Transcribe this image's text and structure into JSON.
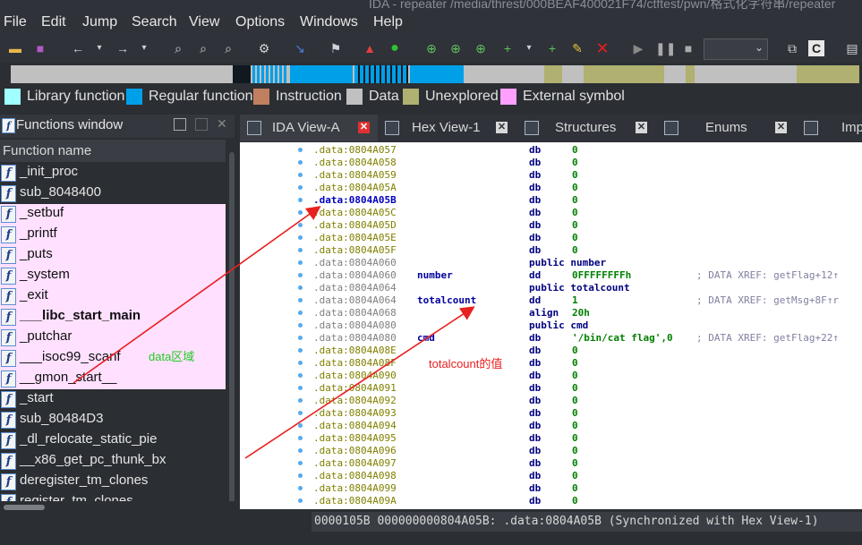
{
  "window": {
    "title": "IDA - repeater /media/threst/000BEAF400021F74/ctftest/pwn/格式化字符串/repeater"
  },
  "menu": [
    "File",
    "Edit",
    "Jump",
    "Search",
    "View",
    "Options",
    "Windows",
    "Help"
  ],
  "legend": [
    {
      "label": "Library function",
      "color": "#a0ffff"
    },
    {
      "label": "Regular function",
      "color": "#00a0e8"
    },
    {
      "label": "Instruction",
      "color": "#c08060"
    },
    {
      "label": "Data",
      "color": "#c0c0c0"
    },
    {
      "label": "Unexplored",
      "color": "#b0b070"
    },
    {
      "label": "External symbol",
      "color": "#ffa0ff"
    }
  ],
  "functions_window": {
    "title": "Functions window",
    "column_header": "Function name",
    "items": [
      {
        "name": "_init_proc",
        "highlight": false,
        "bold": false
      },
      {
        "name": "sub_8048400",
        "highlight": false,
        "bold": false
      },
      {
        "name": "_setbuf",
        "highlight": true,
        "bold": false
      },
      {
        "name": "_printf",
        "highlight": true,
        "bold": false
      },
      {
        "name": "_puts",
        "highlight": true,
        "bold": false
      },
      {
        "name": "_system",
        "highlight": true,
        "bold": false
      },
      {
        "name": "_exit",
        "highlight": true,
        "bold": false
      },
      {
        "name": "___libc_start_main",
        "highlight": true,
        "bold": true
      },
      {
        "name": "_putchar",
        "highlight": true,
        "bold": false
      },
      {
        "name": "___isoc99_scanf",
        "highlight": true,
        "bold": false
      },
      {
        "name": "__gmon_start__",
        "highlight": true,
        "bold": false
      },
      {
        "name": "_start",
        "highlight": false,
        "bold": false
      },
      {
        "name": "sub_80484D3",
        "highlight": false,
        "bold": false
      },
      {
        "name": "_dl_relocate_static_pie",
        "highlight": false,
        "bold": false
      },
      {
        "name": "__x86_get_pc_thunk_bx",
        "highlight": false,
        "bold": false
      },
      {
        "name": "deregister_tm_clones",
        "highlight": false,
        "bold": false
      },
      {
        "name": "register_tm_clones",
        "highlight": false,
        "bold": false
      }
    ]
  },
  "tabs": [
    {
      "label": "IDA View-A",
      "active": true
    },
    {
      "label": "Hex View-1",
      "active": false
    },
    {
      "label": "Structures",
      "active": false
    },
    {
      "label": "Enums",
      "active": false
    },
    {
      "label": "Imports",
      "active": false
    }
  ],
  "ida_lines": [
    {
      "addr": ".data:0804A057",
      "label": "",
      "ins": "db",
      "opd": "0",
      "cmt": ""
    },
    {
      "addr": ".data:0804A058",
      "label": "",
      "ins": "db",
      "opd": "0",
      "cmt": ""
    },
    {
      "addr": ".data:0804A059",
      "label": "",
      "ins": "db",
      "opd": "0",
      "cmt": ""
    },
    {
      "addr": ".data:0804A05A",
      "label": "",
      "ins": "db",
      "opd": "0",
      "cmt": ""
    },
    {
      "addr": ".data:0804A05B",
      "label": "",
      "ins": "db",
      "opd": "0",
      "cmt": "",
      "selected": true
    },
    {
      "addr": ".data:0804A05C",
      "label": "",
      "ins": "db",
      "opd": "0",
      "cmt": ""
    },
    {
      "addr": ".data:0804A05D",
      "label": "",
      "ins": "db",
      "opd": "0",
      "cmt": ""
    },
    {
      "addr": ".data:0804A05E",
      "label": "",
      "ins": "db",
      "opd": "0",
      "cmt": ""
    },
    {
      "addr": ".data:0804A05F",
      "label": "",
      "ins": "db",
      "opd": "0",
      "cmt": ""
    },
    {
      "addr": ".data:0804A060",
      "label": "",
      "ins": "public number",
      "opd": "",
      "cmt": "",
      "gray": true
    },
    {
      "addr": ".data:0804A060",
      "label": "number",
      "ins": "dd",
      "opd": "0FFFFFFFFh",
      "cmt": "; DATA XREF: getFlag+12↑",
      "gray": true
    },
    {
      "addr": ".data:0804A064",
      "label": "",
      "ins": "public totalcount",
      "opd": "",
      "cmt": "",
      "gray": true
    },
    {
      "addr": ".data:0804A064",
      "label": "totalcount",
      "ins": "dd",
      "opd": "1",
      "cmt": "; DATA XREF: getMsg+8F↑r",
      "gray": true
    },
    {
      "addr": ".data:0804A068",
      "label": "",
      "ins": "align",
      "opd": "20h",
      "cmt": "",
      "gray": true
    },
    {
      "addr": ".data:0804A080",
      "label": "",
      "ins": "public cmd",
      "opd": "",
      "cmt": "",
      "gray": true
    },
    {
      "addr": ".data:0804A080",
      "label": "cmd",
      "ins": "db",
      "opd": "'/bin/cat flag',0",
      "cmt": "; DATA XREF: getFlag+22↑",
      "gray": true
    },
    {
      "addr": ".data:0804A08E",
      "label": "",
      "ins": "db",
      "opd": "0",
      "cmt": ""
    },
    {
      "addr": ".data:0804A08F",
      "label": "",
      "ins": "db",
      "opd": "0",
      "cmt": ""
    },
    {
      "addr": ".data:0804A090",
      "label": "",
      "ins": "db",
      "opd": "0",
      "cmt": ""
    },
    {
      "addr": ".data:0804A091",
      "label": "",
      "ins": "db",
      "opd": "0",
      "cmt": ""
    },
    {
      "addr": ".data:0804A092",
      "label": "",
      "ins": "db",
      "opd": "0",
      "cmt": ""
    },
    {
      "addr": ".data:0804A093",
      "label": "",
      "ins": "db",
      "opd": "0",
      "cmt": ""
    },
    {
      "addr": ".data:0804A094",
      "label": "",
      "ins": "db",
      "opd": "0",
      "cmt": ""
    },
    {
      "addr": ".data:0804A095",
      "label": "",
      "ins": "db",
      "opd": "0",
      "cmt": ""
    },
    {
      "addr": ".data:0804A096",
      "label": "",
      "ins": "db",
      "opd": "0",
      "cmt": ""
    },
    {
      "addr": ".data:0804A097",
      "label": "",
      "ins": "db",
      "opd": "0",
      "cmt": ""
    },
    {
      "addr": ".data:0804A098",
      "label": "",
      "ins": "db",
      "opd": "0",
      "cmt": ""
    },
    {
      "addr": ".data:0804A099",
      "label": "",
      "ins": "db",
      "opd": "0",
      "cmt": ""
    },
    {
      "addr": ".data:0804A09A",
      "label": "",
      "ins": "db",
      "opd": "0",
      "cmt": ""
    }
  ],
  "status_line": "0000105B 000000000804A05B: .data:0804A05B (Synchronized with Hex View-1)",
  "annotations": {
    "data_region": "data区域",
    "totalcount_value": "totalcount的值"
  },
  "colors": {
    "annotation_arrow": "#e82020",
    "annotation_green": "#22cc22",
    "annotation_red": "#e82020",
    "highlight_row": "#ffe0ff",
    "address": "#808000",
    "mnemonic": "#000080",
    "operand": "#008000"
  }
}
